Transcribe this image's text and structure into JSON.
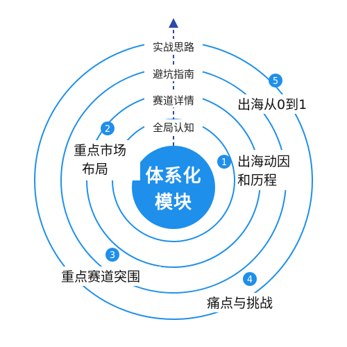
{
  "colors": {
    "ring": "#1E8FEA",
    "core": "#1E8FEA",
    "arrow": "#2B4AA8",
    "badge_fill": "#1E8FEA",
    "text": "#111111"
  },
  "center": {
    "line1": "体系化",
    "line2": "模块"
  },
  "ring_labels": [
    "全局认知",
    "赛道详情",
    "避坑指南",
    "实战思路"
  ],
  "topics": [
    {
      "number": "1",
      "lines": [
        "出海动因",
        "和历程"
      ]
    },
    {
      "number": "2",
      "lines": [
        "重点市场",
        "布局"
      ]
    },
    {
      "number": "3",
      "lines": [
        "重点赛道突围"
      ]
    },
    {
      "number": "4",
      "lines": [
        "痛点与挑战"
      ]
    },
    {
      "number": "5",
      "lines": [
        "出海从0到1"
      ]
    }
  ]
}
